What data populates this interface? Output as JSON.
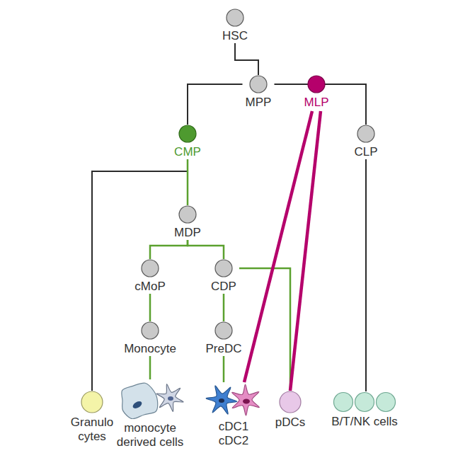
{
  "diagram": {
    "nodes": [
      {
        "text": [
          "HSC"
        ]
      },
      {
        "text": [
          "MPP"
        ]
      },
      {
        "text": [
          "MLP"
        ]
      },
      {
        "text": [
          "CMP"
        ]
      },
      {
        "text": [
          "CLP"
        ]
      },
      {
        "text": [
          "MDP"
        ]
      },
      {
        "text": [
          "cMoP"
        ]
      },
      {
        "text": [
          "CDP"
        ]
      },
      {
        "text": [
          "Monocyte"
        ]
      },
      {
        "text": [
          "PreDC"
        ]
      },
      {
        "text": [
          "Granulo cytes"
        ]
      },
      {
        "text": [
          "monocyte derived cells"
        ]
      },
      {
        "text": [
          "cDC1 cDC2"
        ]
      },
      {
        "text": [
          "pDCs"
        ]
      },
      {
        "text": [
          "B/T/NK cells"
        ]
      }
    ],
    "edges": [
      {
        "from": 0,
        "to": 1,
        "arrow": "none"
      },
      {
        "from": 1,
        "to": 3,
        "arrow": "none"
      },
      {
        "from": 1,
        "to": 4,
        "arrow": "none"
      },
      {
        "from": 3,
        "to": 10,
        "arrow": "none"
      },
      {
        "from": 3,
        "to": 5,
        "arrow": "none"
      },
      {
        "from": 5,
        "to": 6,
        "arrow": "none"
      },
      {
        "from": 5,
        "to": 7,
        "arrow": "none"
      },
      {
        "from": 6,
        "to": 8,
        "arrow": "none"
      },
      {
        "from": 7,
        "to": 9,
        "arrow": "none"
      },
      {
        "from": 8,
        "to": 11,
        "arrow": "none"
      },
      {
        "from": 9,
        "to": 12,
        "arrow": "none"
      },
      {
        "from": 7,
        "to": 13,
        "arrow": "none"
      },
      {
        "from": 2,
        "to": 12,
        "arrow": "none"
      },
      {
        "from": 2,
        "to": 13,
        "arrow": "none"
      },
      {
        "from": 4,
        "to": 14,
        "arrow": "none"
      }
    ]
  }
}
